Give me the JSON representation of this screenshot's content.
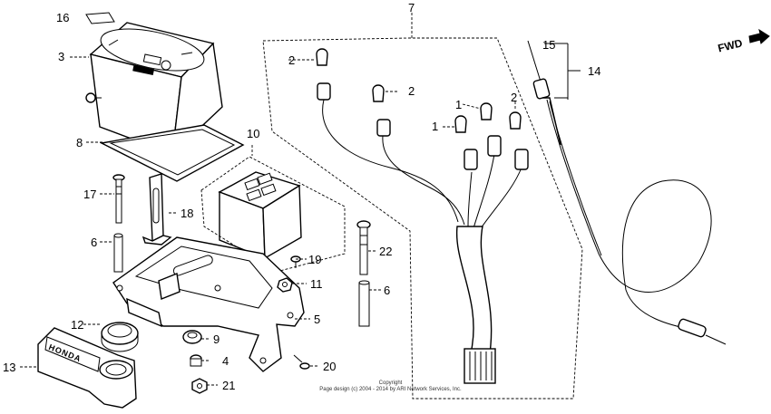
{
  "callouts": {
    "c1a": "1",
    "c1b": "1",
    "c2a": "2",
    "c2b": "2",
    "c2c": "2",
    "c3": "3",
    "c4": "4",
    "c5": "5",
    "c6a": "6",
    "c6b": "6",
    "c7": "7",
    "c8": "8",
    "c9": "9",
    "c10": "10",
    "c11": "11",
    "c12": "12",
    "c13": "13",
    "c14": "14",
    "c15": "15",
    "c16": "16",
    "c17": "17",
    "c18": "18",
    "c19": "19",
    "c20": "20",
    "c21": "21",
    "c22": "22"
  },
  "direction_marker": "FWD",
  "emblem_text": "HONDA",
  "copyright": {
    "line1": "Copyright",
    "line2": "Page design (c) 2004 - 2014 by ARI Network Services, Inc."
  },
  "icons": [
    "forward-arrow-icon"
  ]
}
